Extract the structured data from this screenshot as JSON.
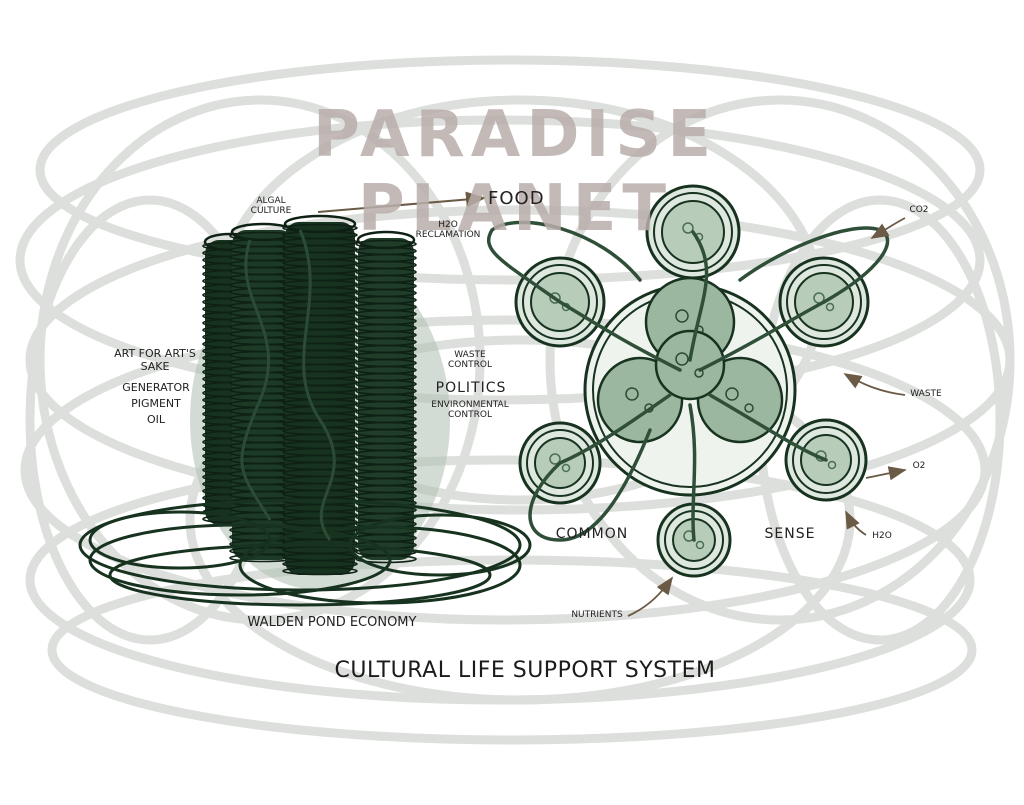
{
  "title": "PARADISE PLANET",
  "caption": "CULTURAL LIFE SUPPORT SYSTEM",
  "colors": {
    "dark_green": "#17331f",
    "mid_green": "#4a6e55",
    "pale_green": "#b7ccb9",
    "scribble_gray": "#d9dcd8",
    "title_mauve": "#b9aeab",
    "arrow_brown": "#6b5a45"
  },
  "left_figure": {
    "labels": {
      "algal_culture": "ALGAL CULTURE",
      "food": "FOOD",
      "h2o_reclamation": "H2O RECLAMATION",
      "art_for_arts_sake": "ART FOR ART'S SAKE",
      "generator": "GENERATOR",
      "pigment": "PIGMENT",
      "oil": "OIL",
      "waste_control": "WASTE CONTROL",
      "politics": "POLITICS",
      "environmental_control": "ENVIRONMENTAL CONTROL",
      "walden_pond_economy": "WALDEN POND ECONOMY"
    }
  },
  "right_figure": {
    "labels": {
      "co2": "CO2",
      "waste": "WASTE",
      "o2": "O2",
      "h2o": "H2O",
      "common": "COMMON",
      "sense": "SENSE",
      "nutrients": "NUTRIENTS"
    }
  }
}
